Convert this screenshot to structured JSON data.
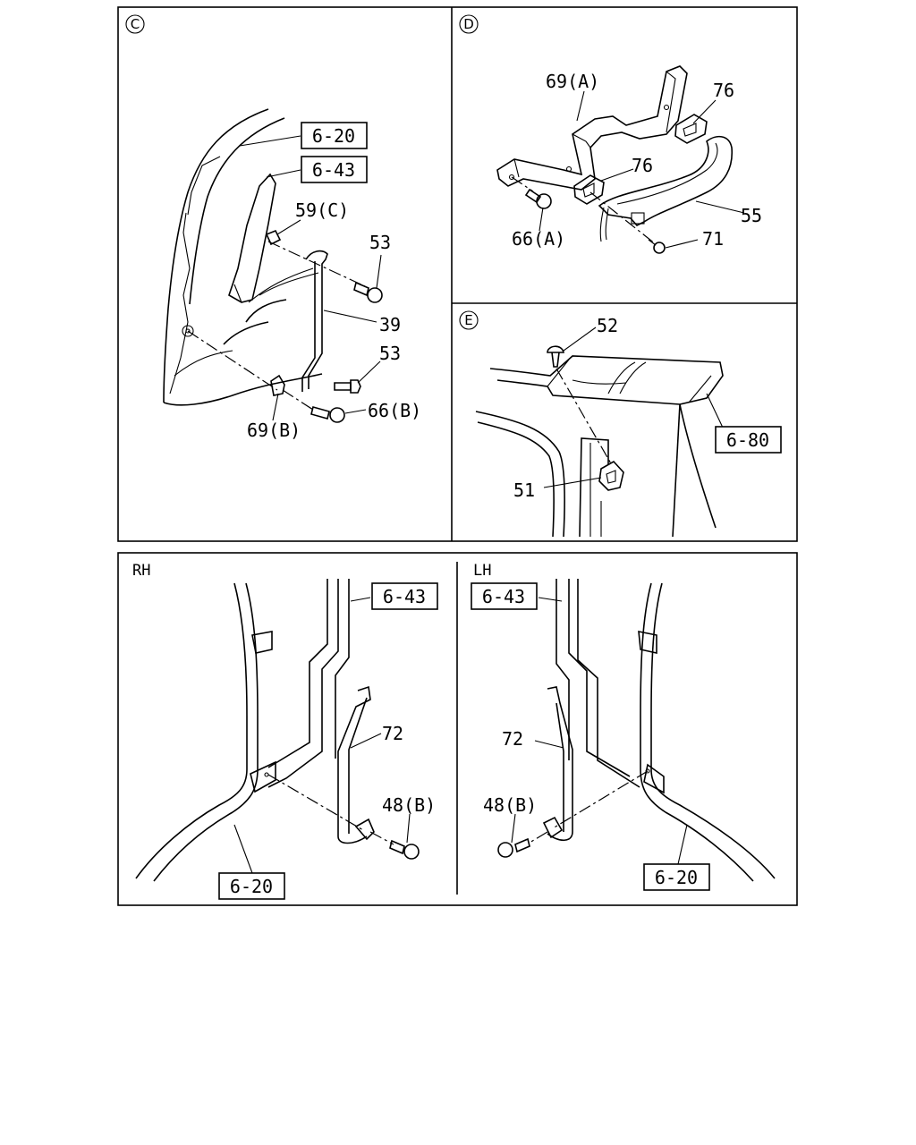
{
  "panels": {
    "c": {
      "marker": "C",
      "refs": {
        "r620": "6-20",
        "r643": "6-43"
      },
      "parts": {
        "p59c": "59(C)",
        "p53a": "53",
        "p39": "39",
        "p53b": "53",
        "p66b": "66(B)",
        "p69b": "69(B)"
      }
    },
    "d": {
      "marker": "D",
      "parts": {
        "p69a": "69(A)",
        "p76a": "76",
        "p76b": "76",
        "p55": "55",
        "p66a": "66(A)",
        "p71": "71"
      }
    },
    "e": {
      "marker": "E",
      "refs": {
        "r680": "6-80"
      },
      "parts": {
        "p52": "52",
        "p51": "51"
      }
    },
    "rh": {
      "title": "RH",
      "refs": {
        "r643": "6-43",
        "r620": "6-20"
      },
      "parts": {
        "p72": "72",
        "p48b": "48(B)"
      }
    },
    "lh": {
      "title": "LH",
      "refs": {
        "r643": "6-43",
        "r620": "6-20"
      },
      "parts": {
        "p72": "72",
        "p48b": "48(B)"
      }
    }
  }
}
